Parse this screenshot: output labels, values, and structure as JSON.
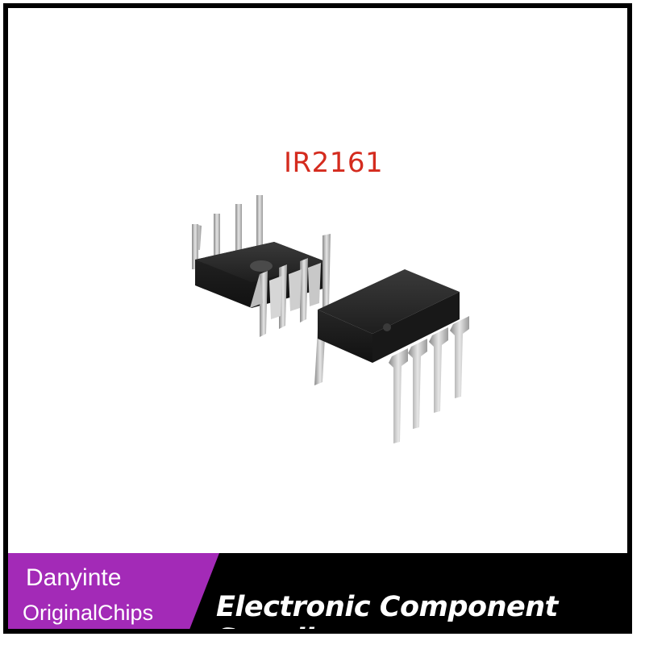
{
  "product": {
    "part_number": "IR2161",
    "image_subject": "two-dip-8-ic-chips"
  },
  "branding": {
    "name": "Danyinte",
    "subline": "OriginalChips",
    "tagline": "Electronic Component Supplier",
    "accent_color": "#a32ab7",
    "bar_color": "#000000",
    "label_color": "#d42b1e"
  }
}
